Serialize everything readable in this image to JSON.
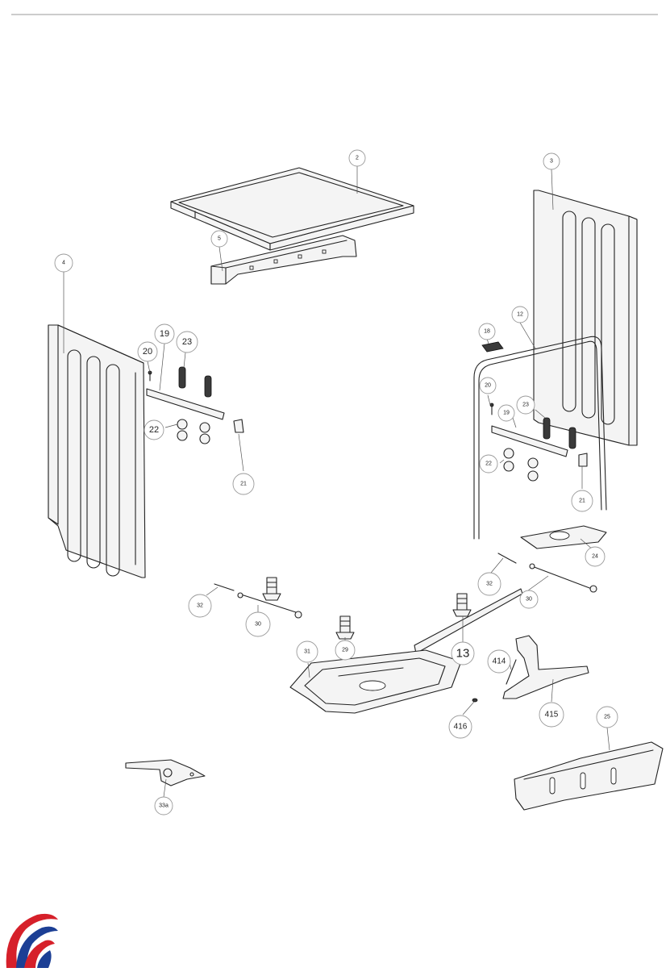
{
  "labels": [
    {
      "id": "2",
      "text": "2"
    },
    {
      "id": "3",
      "text": "3"
    },
    {
      "id": "4",
      "text": "4"
    },
    {
      "id": "5",
      "text": "5"
    },
    {
      "id": "12",
      "text": "12"
    },
    {
      "id": "13",
      "text": "13"
    },
    {
      "id": "18",
      "text": "18"
    },
    {
      "id": "19a",
      "text": "19"
    },
    {
      "id": "19b",
      "text": "19"
    },
    {
      "id": "20a",
      "text": "20"
    },
    {
      "id": "20b",
      "text": "20"
    },
    {
      "id": "21a",
      "text": "21"
    },
    {
      "id": "21b",
      "text": "21"
    },
    {
      "id": "22a",
      "text": "22"
    },
    {
      "id": "22b",
      "text": "22"
    },
    {
      "id": "23a",
      "text": "23"
    },
    {
      "id": "23b",
      "text": "23"
    },
    {
      "id": "24",
      "text": "24"
    },
    {
      "id": "25",
      "text": "25"
    },
    {
      "id": "29",
      "text": "29"
    },
    {
      "id": "30a",
      "text": "30"
    },
    {
      "id": "30b",
      "text": "30"
    },
    {
      "id": "31",
      "text": "31"
    },
    {
      "id": "32a",
      "text": "32"
    },
    {
      "id": "32b",
      "text": "32"
    },
    {
      "id": "33a",
      "text": "33a"
    },
    {
      "id": "414",
      "text": "414"
    },
    {
      "id": "415",
      "text": "415"
    },
    {
      "id": "416",
      "text": "416"
    }
  ],
  "colors": {
    "line": "#222222",
    "logo_red": "#d6202a",
    "logo_blue": "#1c3f95"
  },
  "logo": {
    "icon": "brand-swirl-logo"
  }
}
